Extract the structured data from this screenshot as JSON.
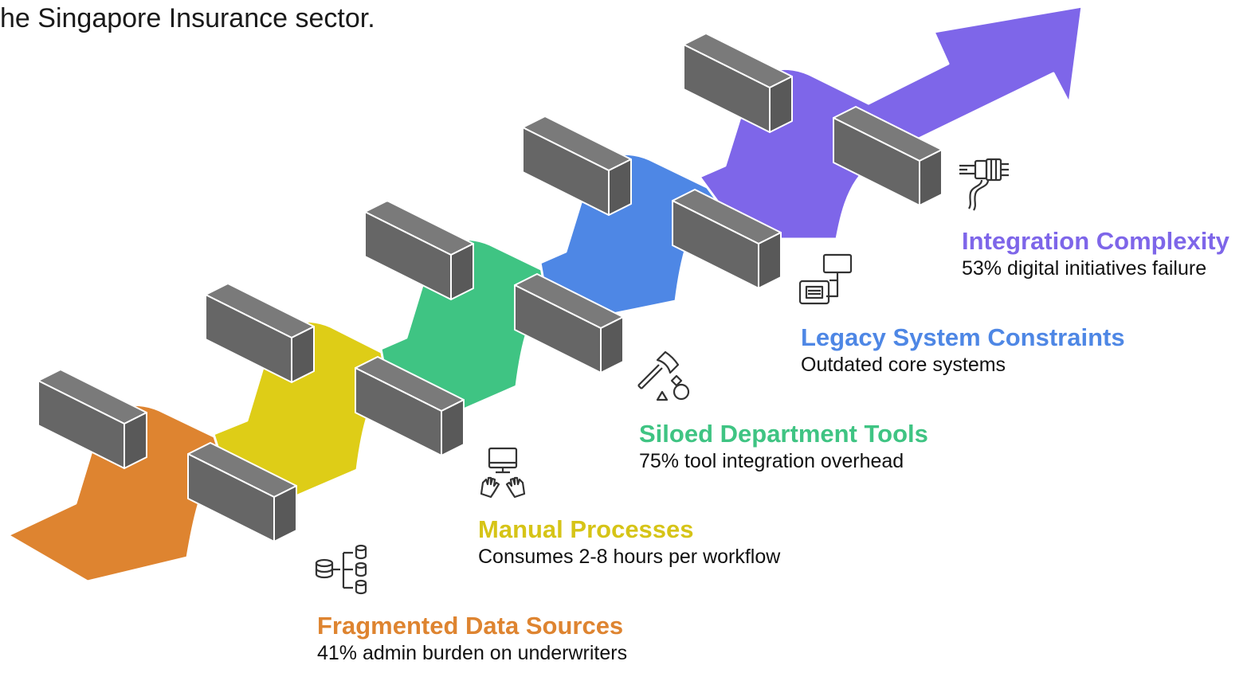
{
  "caption": "he Singapore Insurance sector.",
  "stages": [
    {
      "title": "Fragmented Data Sources",
      "description": "41% admin burden on underwriters",
      "color": "#de8430",
      "icon": "database-network-icon"
    },
    {
      "title": "Manual Processes",
      "description": "Consumes 2-8 hours per workflow",
      "color": "#decd17",
      "icon": "computer-hands-icon"
    },
    {
      "title": "Siloed Department Tools",
      "description": "75% tool integration overhead",
      "color": "#3fc483",
      "icon": "axe-shapes-icon"
    },
    {
      "title": "Legacy System Constraints",
      "description": "Outdated core systems",
      "color": "#4e87e5",
      "icon": "legacy-machine-monitor-icon"
    },
    {
      "title": "Integration Complexity",
      "description": "53% digital initiatives failure",
      "color": "#7e66e9",
      "icon": "plug-cable-icon"
    }
  ],
  "colors": {
    "barrier": "#666666",
    "barrier_edge": "#ffffff",
    "icon_stroke": "#333333"
  }
}
